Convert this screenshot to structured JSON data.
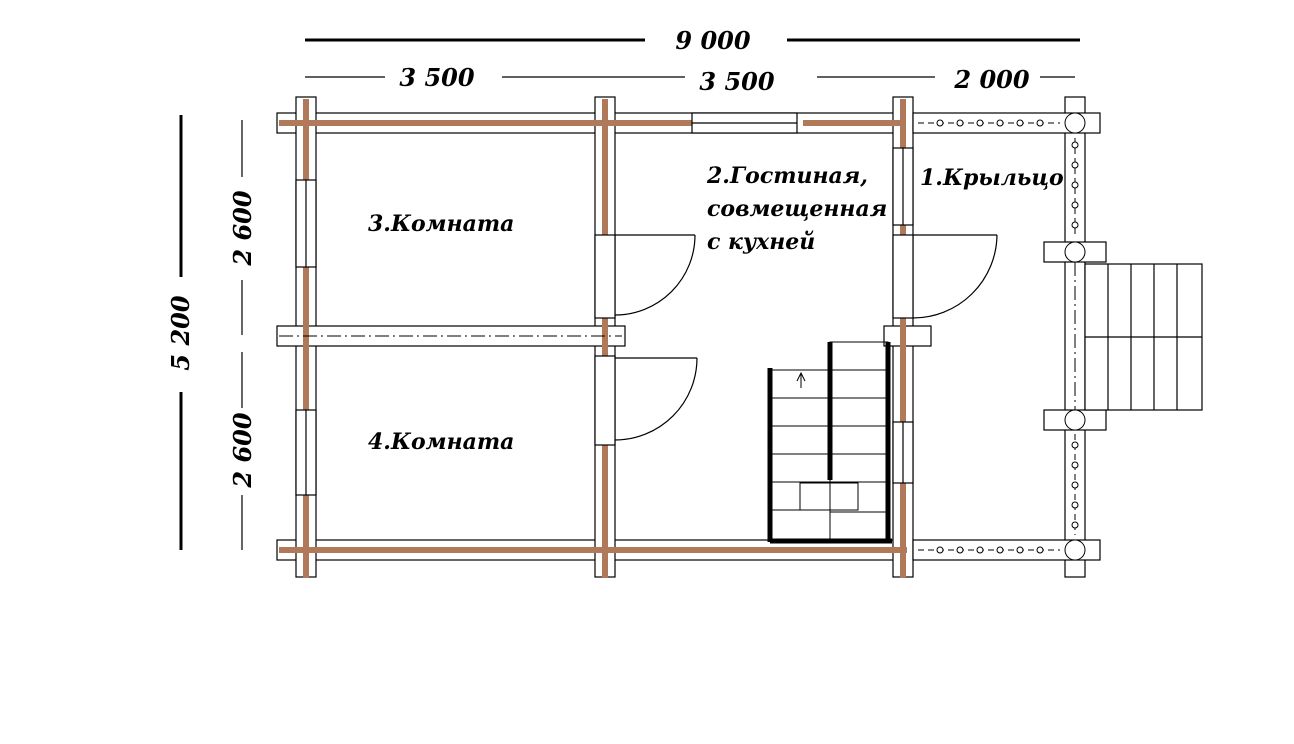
{
  "dimensions": {
    "total_width": "9 000",
    "segment_1": "3 500",
    "segment_2": "3 500",
    "segment_3": "2 000",
    "total_depth": "5 200",
    "depth_upper": "2 600",
    "depth_lower": "2 600"
  },
  "rooms": {
    "porch": "1.Крыльцо",
    "living_line1": "2.Гостиная,",
    "living_line2": "совмещенная",
    "living_line3": "с кухней",
    "room3": "3.Комната",
    "room4": "4.Комната"
  },
  "colors": {
    "log": "#b07a5a",
    "line": "#000000",
    "background": "#ffffff"
  }
}
